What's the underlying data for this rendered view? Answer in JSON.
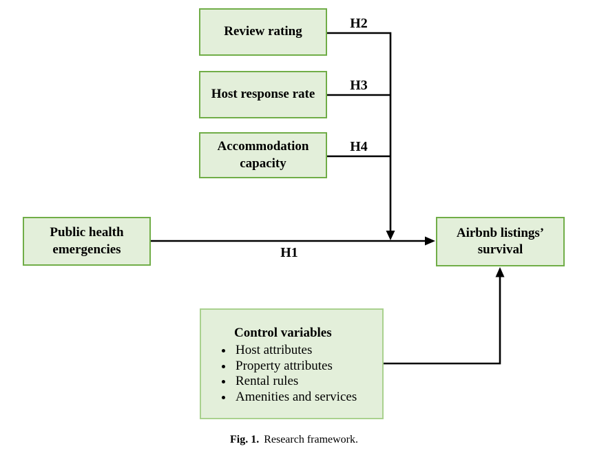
{
  "figure": {
    "boxes": {
      "review_rating": "Review rating",
      "host_response_rate": "Host response rate",
      "accommodation_capacity": "Accommodation capacity",
      "public_health_emergencies": "Public health emergencies",
      "airbnb_survival": "Airbnb listings’ survival",
      "control": {
        "title": "Control variables",
        "items": [
          "Host attributes",
          "Property attributes",
          "Rental rules",
          "Amenities and services"
        ]
      }
    },
    "hypothesis_labels": {
      "h1": "H1",
      "h2": "H2",
      "h3": "H3",
      "h4": "H4"
    },
    "caption": {
      "label": "Fig. 1.",
      "text": "Research framework."
    }
  },
  "colors": {
    "box_fill": "#e3efda",
    "box_border": "#70ad47",
    "control_border": "#a9d18e",
    "line": "#000000",
    "text": "#000000",
    "background": "#ffffff"
  }
}
